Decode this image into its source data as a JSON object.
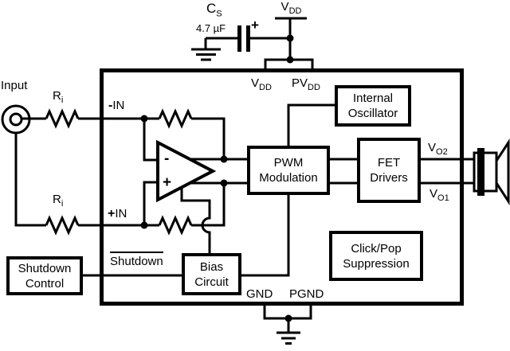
{
  "colors": {
    "ink": "#000000",
    "background": "#ffffff"
  },
  "blocks": {
    "internal_oscillator": {
      "line1": "Internal",
      "line2": "Oscillator"
    },
    "pwm_modulation": {
      "line1": "PWM",
      "line2": "Modulation"
    },
    "fet_drivers": {
      "line1": "FET",
      "line2": "Drivers"
    },
    "click_pop": {
      "line1": "Click/Pop",
      "line2": "Suppression"
    },
    "bias_circuit": {
      "line1": "Bias",
      "line2": "Circuit"
    },
    "shutdown_control": {
      "line1": "Shutdown",
      "line2": "Control"
    }
  },
  "labels": {
    "input": "Input",
    "ri_top": {
      "base": "R",
      "sub": "i"
    },
    "ri_bottom": {
      "base": "R",
      "sub": "i"
    },
    "neg_in": {
      "sign": "-",
      "text": "IN"
    },
    "pos_in": {
      "sign": "+",
      "text": "IN"
    },
    "cs": {
      "base": "C",
      "sub": "S"
    },
    "cap_value": "4.7 µF",
    "cap_plus": "+",
    "vdd_top": {
      "base": "V",
      "sub": "DD"
    },
    "vdd_pin": {
      "base": "V",
      "sub": "DD"
    },
    "pvdd_pin": {
      "base": "PV",
      "sub": "DD"
    },
    "shutdown_pin": "Shutdown",
    "gnd": "GND",
    "pgnd": "PGND",
    "vo2": {
      "base": "V",
      "sub": "O2"
    },
    "vo1": {
      "base": "V",
      "sub": "O1"
    },
    "opamp_minus": "-",
    "opamp_plus": "+"
  }
}
